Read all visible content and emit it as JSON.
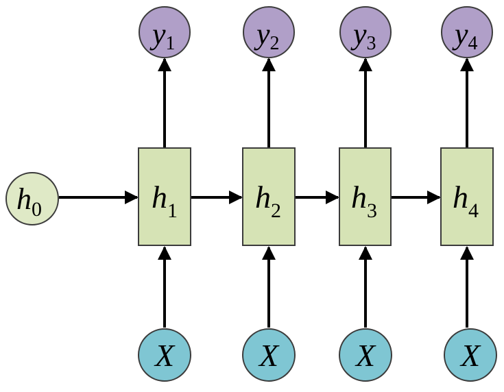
{
  "diagram": {
    "initial_state": {
      "symbol": "h",
      "subscript": "0"
    },
    "steps": [
      {
        "hidden": {
          "symbol": "h",
          "subscript": "1"
        },
        "output": {
          "symbol": "y",
          "subscript": "1"
        },
        "input": {
          "symbol": "X"
        }
      },
      {
        "hidden": {
          "symbol": "h",
          "subscript": "2"
        },
        "output": {
          "symbol": "y",
          "subscript": "2"
        },
        "input": {
          "symbol": "X"
        }
      },
      {
        "hidden": {
          "symbol": "h",
          "subscript": "3"
        },
        "output": {
          "symbol": "y",
          "subscript": "3"
        },
        "input": {
          "symbol": "X"
        }
      },
      {
        "hidden": {
          "symbol": "h",
          "subscript": "4"
        },
        "output": {
          "symbol": "y",
          "subscript": "4"
        },
        "input": {
          "symbol": "X"
        }
      }
    ]
  },
  "colors": {
    "hidden_fill": "#d6e3b5",
    "initial_fill": "#dfe9c6",
    "output_fill": "#b09fc8",
    "input_fill": "#7fc6d3",
    "stroke": "#3b3b3b",
    "arrow": "#000000"
  }
}
